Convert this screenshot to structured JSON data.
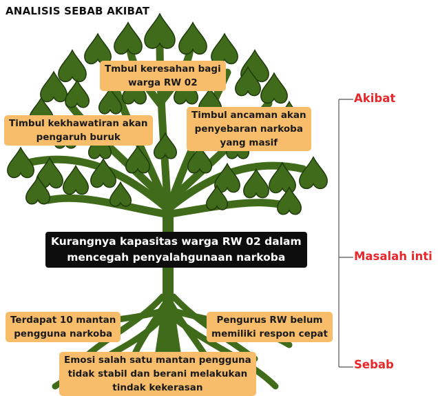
{
  "title": "ANALISIS SEBAB AKIBAT",
  "colors": {
    "leaf": "#3f6b1a",
    "box": "#f7bd6a",
    "core_box": "#0d0d0d",
    "label": "#e8272b",
    "bracket": "#555555"
  },
  "effects": [
    {
      "line1": "Tmbul keresahan bagi",
      "line2": "warga RW 02"
    },
    {
      "line1": "Timbul kekhawatiran akan",
      "line2": "pengaruh buruk"
    },
    {
      "line1": "Timbul ancaman akan",
      "line2": "penyebaran narkoba",
      "line3": "yang masif"
    }
  ],
  "core_problem": {
    "line1": "Kurangnya kapasitas warga RW 02 dalam",
    "line2": "mencegah penyalahgunaan narkoba"
  },
  "causes": [
    {
      "line1": "Terdapat 10 mantan",
      "line2": "pengguna narkoba"
    },
    {
      "line1": "Pengurus RW belum",
      "line2": "memiliki respon cepat"
    },
    {
      "line1": "Emosi salah satu mantan pengguna",
      "line2": "tidak stabil dan berani melakukan",
      "line3": "tindak kekerasan"
    }
  ],
  "legend": {
    "top": "Akibat",
    "middle": "Masalah inti",
    "bottom": "Sebab"
  }
}
